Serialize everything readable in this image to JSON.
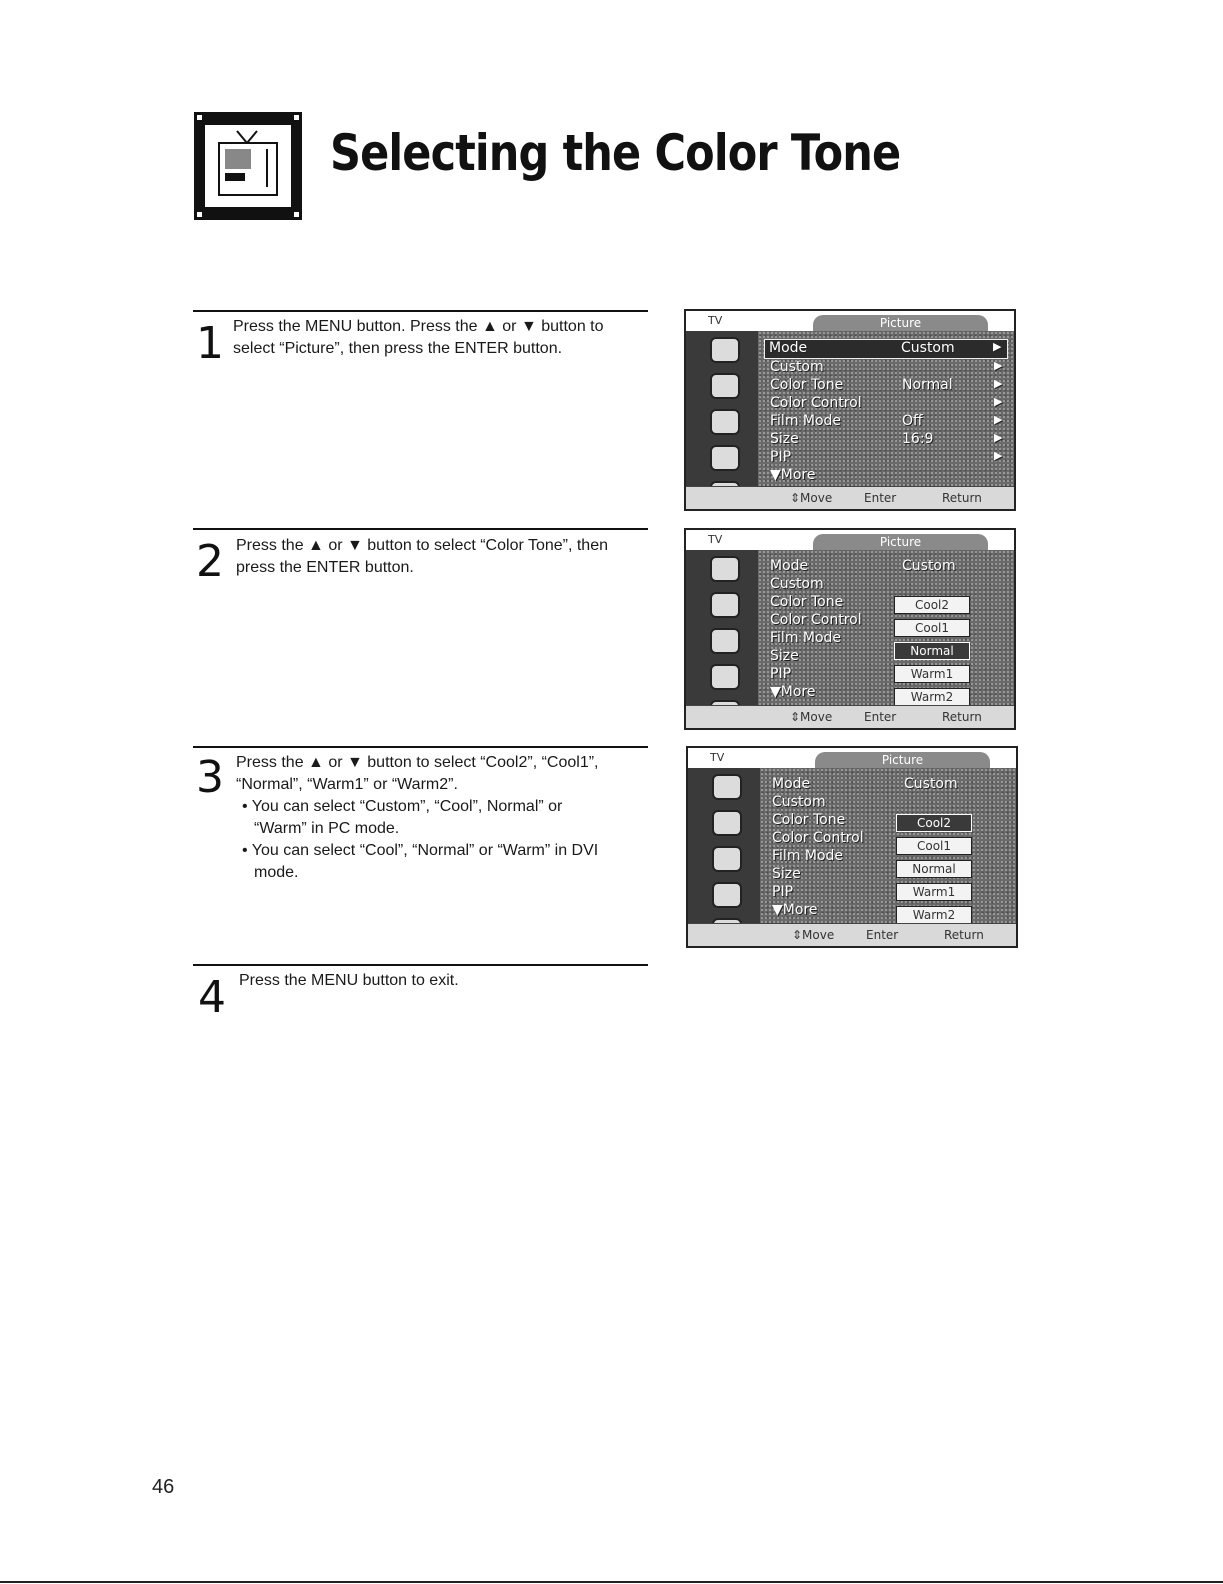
{
  "title": "Selecting the Color Tone",
  "steps": [
    {
      "num": "1",
      "lines": [
        "Press the MENU button. Press the ▲ or ▼ button to",
        "select “Picture”, then press the ENTER button."
      ]
    },
    {
      "num": "2",
      "lines": [
        "Press the ▲ or ▼ button to select “Color Tone”, then",
        "press the ENTER button."
      ]
    },
    {
      "num": "3",
      "lines": [
        "Press the ▲ or ▼ button to select “Cool2”, “Cool1”,",
        "“Normal”, “Warm1” or “Warm2”."
      ],
      "bullets": [
        "• You can select “Custom”, “Cool”, Normal” or “Warm” in PC mode.",
        "• You can select “Cool”, “Normal” or “Warm” in DVI mode."
      ]
    },
    {
      "num": "4",
      "lines": [
        "Press the MENU button to exit."
      ]
    }
  ],
  "osd": {
    "tv_label": "TV",
    "tab_title": "Picture",
    "items": [
      {
        "label": "Mode",
        "value": "Custom"
      },
      {
        "label": "Custom",
        "value": ""
      },
      {
        "label": "Color Tone",
        "value": "Normal"
      },
      {
        "label": "Color Control",
        "value": ""
      },
      {
        "label": "Film Mode",
        "value": "Off"
      },
      {
        "label": "Size",
        "value": "16:9"
      },
      {
        "label": "PIP",
        "value": ""
      },
      {
        "label": "▼More",
        "value": ""
      }
    ],
    "arrow": "▶",
    "footer": {
      "move": "⇕Move",
      "enter": "Enter",
      "return": "Return"
    },
    "options": [
      "Cool2",
      "Cool1",
      "Normal",
      "Warm1",
      "Warm2"
    ]
  },
  "page_number": "46"
}
